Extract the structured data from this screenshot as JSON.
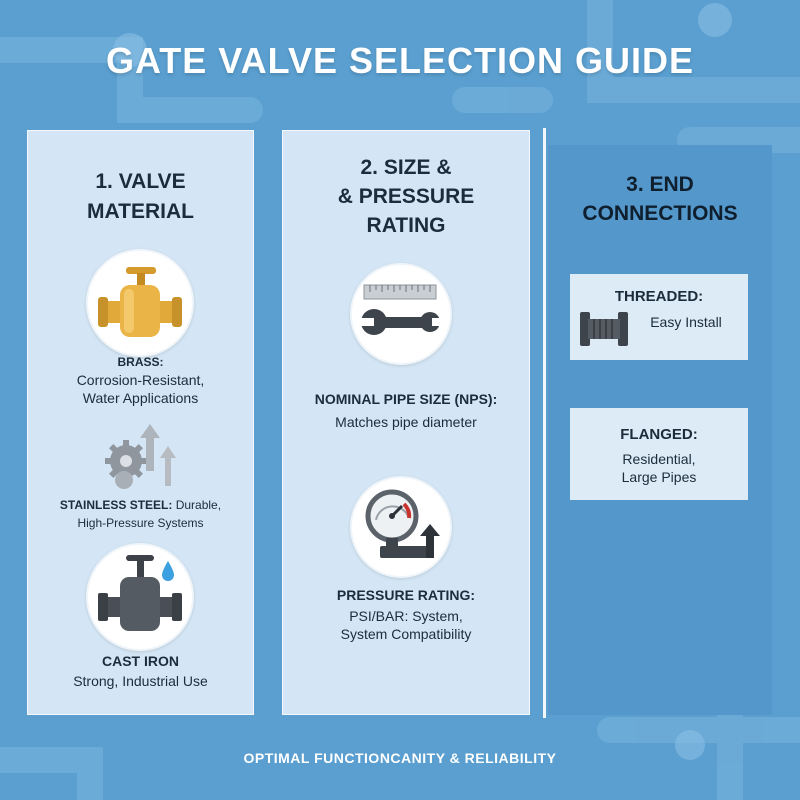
{
  "title": "GATE VALVE SELECTION GUIDE",
  "columns": [
    {
      "heading_line1": "1. VALVE",
      "heading_line2": "MATERIAL",
      "items": [
        {
          "name": "BRASS:",
          "desc_line1": "Corrosion-Resistant,",
          "desc_line2": "Water Applications",
          "icon": "brass-valve-icon"
        },
        {
          "name": "STAINLESS STEEL:",
          "desc_line1": " Durable,",
          "desc_line2": "High-Pressure Systems",
          "icon": "gears-arrows-icon"
        },
        {
          "name": "CAST IRON",
          "desc_line1": "Strong, Industrial Use",
          "icon": "cast-iron-valve-icon"
        }
      ]
    },
    {
      "heading_line1": "2. SIZE &",
      "heading_line2": "& PRESSURE",
      "heading_line3": "RATING",
      "items": [
        {
          "name": "NOMINAL PIPE SIZE (NPS):",
          "desc_line1": "Matches pipe diameter",
          "icon": "ruler-wrench-icon"
        },
        {
          "name": "PRESSURE RATING:",
          "desc_line1": "PSI/BAR: System,",
          "desc_line2": "System Compatibility",
          "icon": "pressure-gauge-icon"
        }
      ]
    },
    {
      "heading_line1": "3. END",
      "heading_line2": "CONNECTIONS",
      "items": [
        {
          "name": "THREADED:",
          "desc_line1": "Easy Install",
          "icon": "threaded-fitting-icon"
        },
        {
          "name": "FLANGED:",
          "desc_line1": "Residential,",
          "desc_line2": "Large Pipes"
        }
      ]
    }
  ],
  "footer": "OPTIMAL FUNCTIONCANITY & RELIABILITY",
  "colors": {
    "background": "#5a9fd0",
    "panel": "#deecf7",
    "brass": "#e0a93a",
    "iron": "#4a4f57",
    "gauge_red": "#c8342c"
  }
}
